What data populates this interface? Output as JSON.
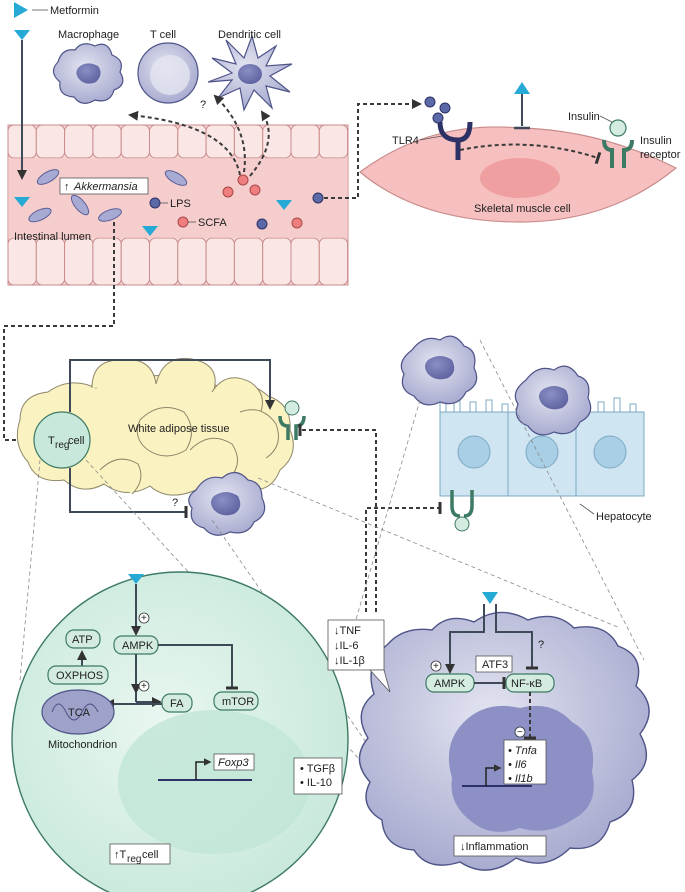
{
  "drug": {
    "name": "Metformin"
  },
  "immune_cells": {
    "macrophage": "Macrophage",
    "t_cell": "T cell",
    "dendritic_cell": "Dendritic cell",
    "question": "?"
  },
  "gut": {
    "akkermansia_arrow": "↑",
    "akkermansia": "Akkermansia",
    "lps": "LPS",
    "scfa": "SCFA",
    "lumen": "Intestinal lumen"
  },
  "muscle": {
    "tlr4": "TLR4",
    "insulin": "Insulin",
    "insulin_receptor_line1": "Insulin",
    "insulin_receptor_line2": "receptor",
    "cell": "Skeletal muscle cell"
  },
  "adipose": {
    "treg_T": "T",
    "treg_sub": "reg",
    "treg_cell": "cell",
    "tissue": "White adipose tissue",
    "question": "?"
  },
  "liver": {
    "hepatocyte": "Hepatocyte"
  },
  "treg_panel": {
    "ampk": "AMPK",
    "mtor": "mTOR",
    "fa": "FA",
    "atp": "ATP",
    "oxphos": "OXPHOS",
    "tca": "TCA",
    "mitochondrion": "Mitochondrion",
    "plus1": "+",
    "plus2": "+",
    "foxp3": "Foxp3",
    "cytokines": [
      "TGFβ",
      "IL-10"
    ],
    "up_treg_arrow": "↑T",
    "up_treg_sub": "reg",
    "up_treg_cell": "cell"
  },
  "macrophage_panel": {
    "cytokines_down": [
      "↓TNF",
      "↓IL-6",
      "↓IL-1β"
    ],
    "ampk": "AMPK",
    "nfkb": "NF-κB",
    "atf3": "ATF3",
    "plus": "+",
    "minus": "−",
    "question": "?",
    "genes": [
      "Tnfa",
      "Il6",
      "Il1b"
    ],
    "inflammation": "↓Inflammation"
  },
  "colors": {
    "metformin": "#27a9d6",
    "immune_cell": "#bfc1dc",
    "gut_fill": "#f7d6d6",
    "muscle_fill": "#f6c0c0",
    "adipose_fill": "#fbf2c2",
    "hepatocyte_fill": "#cfe5f2",
    "treg_fill": "#dff3ea",
    "lps_dot": "#5b6aa6",
    "scfa_dot": "#ef7f7f"
  }
}
